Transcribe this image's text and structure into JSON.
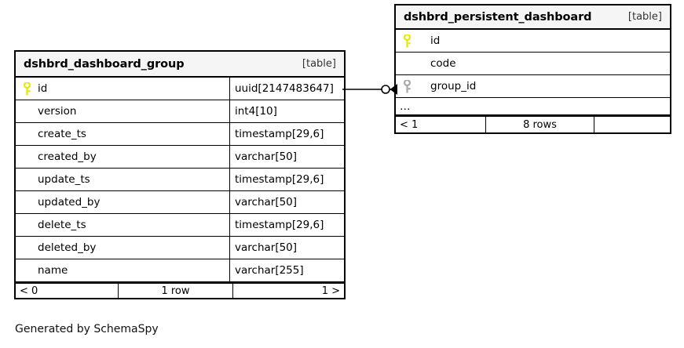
{
  "diagram": {
    "kind_label": "[table]",
    "pk_icon": "key-icon",
    "fk_icon": "key-icon",
    "colors": {
      "primary_key": "#e8e800",
      "foreign_key": "#a9a9a9",
      "header_background": "#f5f5f5",
      "border": "#000000",
      "page_background": "#ffffff",
      "text": "#000000"
    }
  },
  "entities": [
    {
      "id": "dshbrd_dashboard_group",
      "title": "dshbrd_dashboard_group",
      "kind": "[table]",
      "columns": [
        {
          "name": "id",
          "type": "uuid[2147483647]",
          "key": "primary"
        },
        {
          "name": "version",
          "type": "int4[10]",
          "key": "none"
        },
        {
          "name": "create_ts",
          "type": "timestamp[29,6]",
          "key": "none"
        },
        {
          "name": "created_by",
          "type": "varchar[50]",
          "key": "none"
        },
        {
          "name": "update_ts",
          "type": "timestamp[29,6]",
          "key": "none"
        },
        {
          "name": "updated_by",
          "type": "varchar[50]",
          "key": "none"
        },
        {
          "name": "delete_ts",
          "type": "timestamp[29,6]",
          "key": "none"
        },
        {
          "name": "deleted_by",
          "type": "varchar[50]",
          "key": "none"
        },
        {
          "name": "name",
          "type": "varchar[255]",
          "key": "none"
        }
      ],
      "has_more_row": false,
      "more_label": "",
      "footer": {
        "parents": "< 0",
        "rows": "1 row",
        "children": "1 >"
      }
    },
    {
      "id": "dshbrd_persistent_dashboard",
      "title": "dshbrd_persistent_dashboard",
      "kind": "[table]",
      "columns": [
        {
          "name": "id",
          "type": "",
          "key": "primary"
        },
        {
          "name": "code",
          "type": "",
          "key": "none"
        },
        {
          "name": "group_id",
          "type": "",
          "key": "foreign"
        }
      ],
      "has_more_row": true,
      "more_label": "…",
      "footer": {
        "parents": "< 1",
        "rows": "8 rows",
        "children": ""
      }
    }
  ],
  "relationship": {
    "from_entity": "dshbrd_dashboard_group",
    "from_column": "id",
    "to_entity": "dshbrd_persistent_dashboard",
    "to_column": "group_id",
    "notation": "crows-foot",
    "source_cardinality": "zero-or-one",
    "target_cardinality": "many"
  },
  "caption": {
    "text": "Generated by SchemaSpy"
  }
}
